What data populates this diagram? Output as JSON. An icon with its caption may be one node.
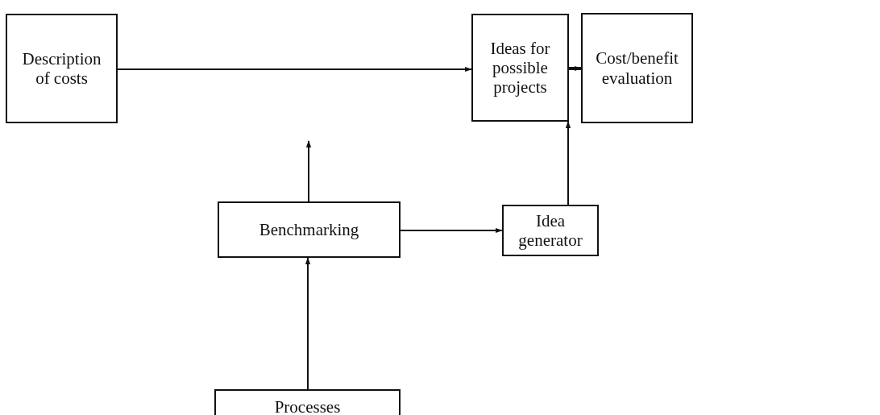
{
  "diagram": {
    "nodes": [
      {
        "text": [
          "Description of costs"
        ]
      },
      {
        "text": [
          "Ideas for possible projects"
        ]
      },
      {
        "text": [
          "Cost/benefit evaluation"
        ]
      },
      {
        "text": [
          "Benchmarking"
        ]
      },
      {
        "text": [
          "Idea generator"
        ]
      },
      {
        "text": [
          "Processes"
        ]
      }
    ],
    "edges": [
      {
        "from": 0,
        "to": 1,
        "arrow": "to"
      },
      {
        "from": 1,
        "to": 2,
        "arrow": "to",
        "style": "thick"
      },
      {
        "from": 3,
        "to": null,
        "arrow": "to"
      },
      {
        "from": 3,
        "to": 4,
        "arrow": "to"
      },
      {
        "from": 4,
        "to": 1,
        "arrow": "to"
      },
      {
        "from": 5,
        "to": 3,
        "arrow": "to"
      }
    ]
  }
}
